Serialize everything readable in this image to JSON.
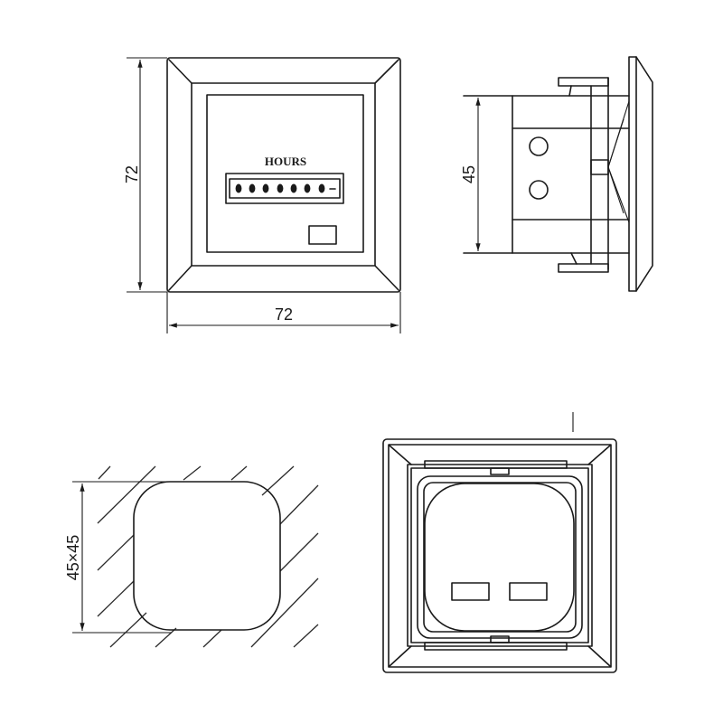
{
  "figure": {
    "type": "technical-drawing",
    "subject": "hour meter dimensions"
  },
  "front_view": {
    "label": "HOURS",
    "digit_count": 7,
    "dim_width": "72",
    "dim_height": "72"
  },
  "side_view": {
    "dim_height": "45"
  },
  "panel_cutout": {
    "dim_label": "45×45"
  },
  "rear_view": {}
}
